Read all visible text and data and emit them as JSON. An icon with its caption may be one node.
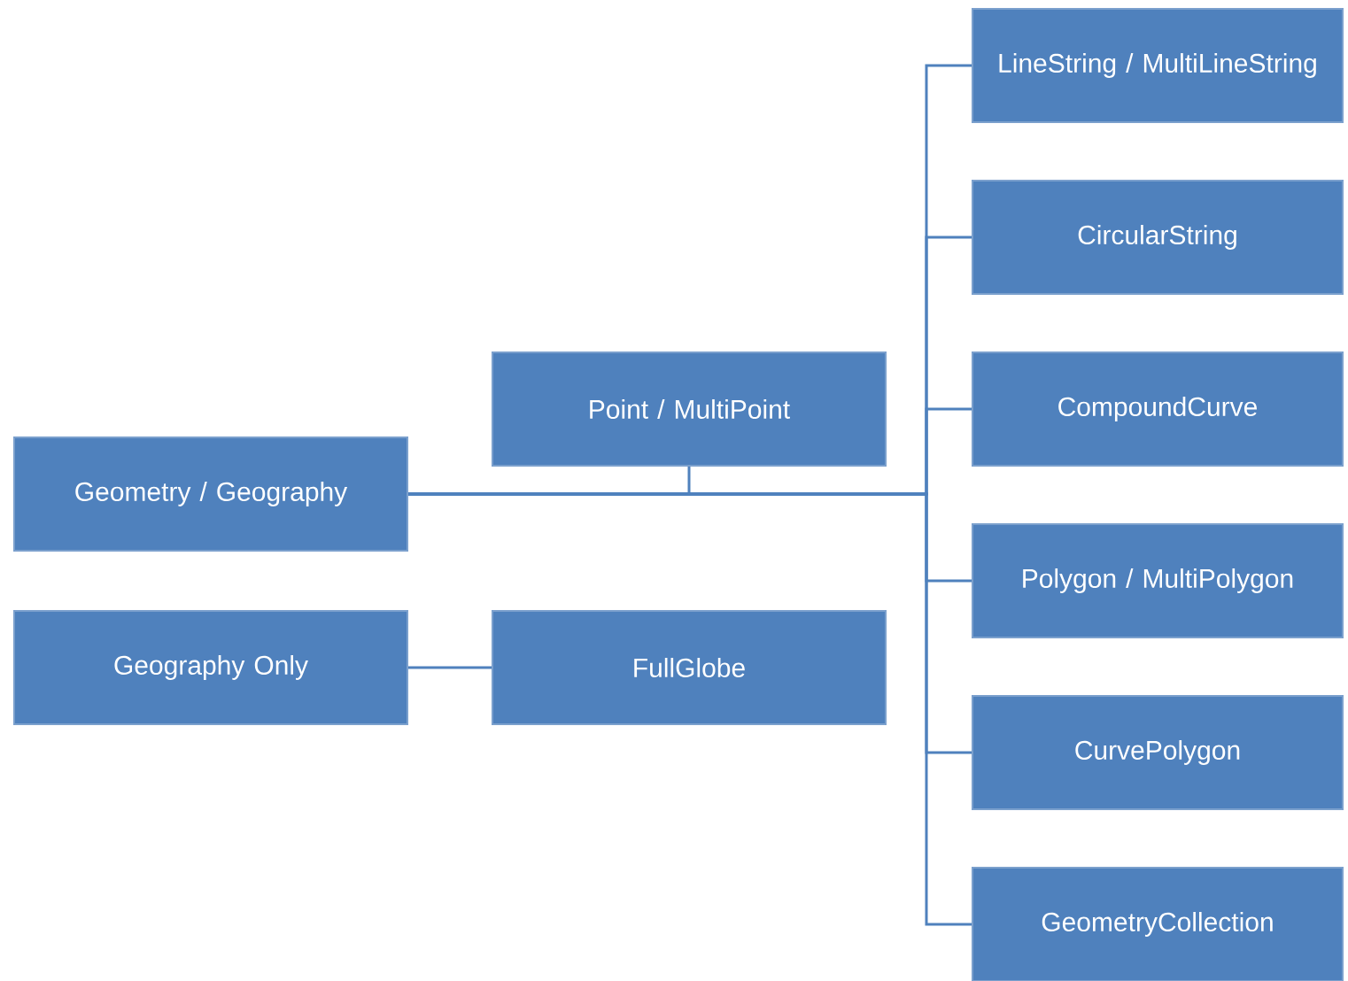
{
  "diagram": {
    "nodes": [
      {
        "text": [
          "Geometry / Geography"
        ]
      },
      {
        "text": [
          "Geography Only"
        ]
      },
      {
        "text": [
          "Point / MultiPoint"
        ]
      },
      {
        "text": [
          "FullGlobe"
        ]
      },
      {
        "text": [
          "LineString / MultiLineString"
        ]
      },
      {
        "text": [
          "CircularString"
        ]
      },
      {
        "text": [
          "CompoundCurve"
        ]
      },
      {
        "text": [
          "Polygon / MultiPolygon"
        ]
      },
      {
        "text": [
          "CurvePolygon"
        ]
      },
      {
        "text": [
          "GeometryCollection"
        ]
      }
    ],
    "edges": [
      {
        "from": 0,
        "to": 2,
        "arrow": "none"
      },
      {
        "from": 0,
        "to": 4,
        "arrow": "none"
      },
      {
        "from": 0,
        "to": 5,
        "arrow": "none"
      },
      {
        "from": 0,
        "to": 6,
        "arrow": "none"
      },
      {
        "from": 0,
        "to": 7,
        "arrow": "none"
      },
      {
        "from": 0,
        "to": 8,
        "arrow": "none"
      },
      {
        "from": 0,
        "to": 9,
        "arrow": "none"
      },
      {
        "from": 1,
        "to": 3,
        "arrow": "none"
      }
    ]
  }
}
